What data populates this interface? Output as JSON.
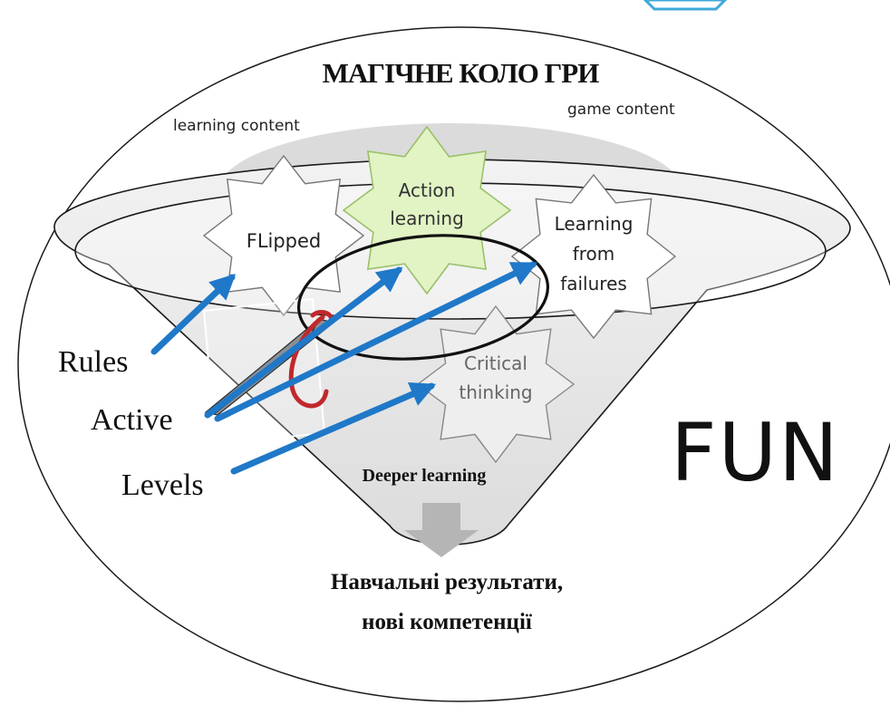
{
  "title": "МАГІЧНЕ КОЛО ГРИ",
  "learning_content": "learning content",
  "game_content": "game content",
  "stars": {
    "flipped": "FLipped",
    "action": [
      "Action",
      "learning"
    ],
    "failures": [
      "Learning",
      "from",
      "failures"
    ],
    "critical": [
      "Critical",
      "thinking"
    ]
  },
  "left_labels": {
    "rules": "Rules",
    "active": "Active",
    "levels": "Levels"
  },
  "fun": "FUN",
  "deeper": "Deeper learning",
  "outcome": [
    "Навчальні результати,",
    "нові компетенції"
  ],
  "colors": {
    "arrow": "#1f78c8",
    "outline": "#1a1a1a",
    "action_fill": "#e2f3c4",
    "action_stroke": "#9bc06b",
    "funnel_fill": "#e6e6e6",
    "hook": "#c0282c",
    "down_arrow": "#b5b5b5",
    "ribbon": "#3fa9d9"
  },
  "icons": {
    "hook": "fishing-hook-icon",
    "down": "down-arrow-icon"
  }
}
